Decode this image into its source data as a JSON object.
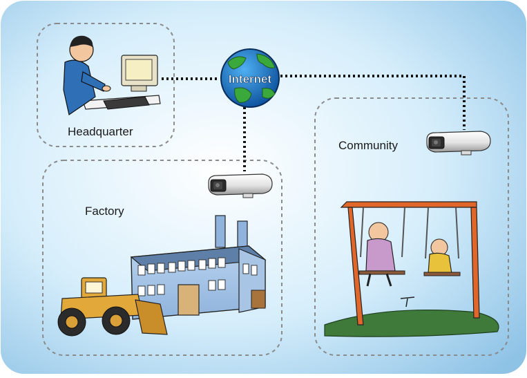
{
  "diagram": {
    "title": "",
    "nodes": {
      "internet": {
        "label": "Internet",
        "icon": "globe-icon"
      },
      "headquarter": {
        "label": "Headquarter",
        "icon": "operator-workstation-icon"
      },
      "factory": {
        "label": "Factory",
        "icon": "factory-building-icon"
      },
      "community": {
        "label": "Community",
        "icon": "playground-swing-icon"
      }
    },
    "devices": [
      {
        "id": "camera-factory",
        "icon": "ip-camera-icon",
        "zone": "Factory"
      },
      {
        "id": "camera-community",
        "icon": "ip-camera-icon",
        "zone": "Community"
      }
    ],
    "connections": [
      {
        "from": "Headquarter",
        "to": "Internet",
        "style": "dotted"
      },
      {
        "from": "Internet",
        "to": "Factory camera",
        "style": "dotted"
      },
      {
        "from": "Internet",
        "to": "Community camera",
        "style": "dotted"
      }
    ],
    "colors": {
      "background_light": "#eaf6fd",
      "background_dark": "#9ccbe8",
      "zone_border": "#8a8a8a",
      "link": "#111111",
      "globe_ocean": "#1e7fd0",
      "globe_land": "#3aa83a"
    }
  }
}
